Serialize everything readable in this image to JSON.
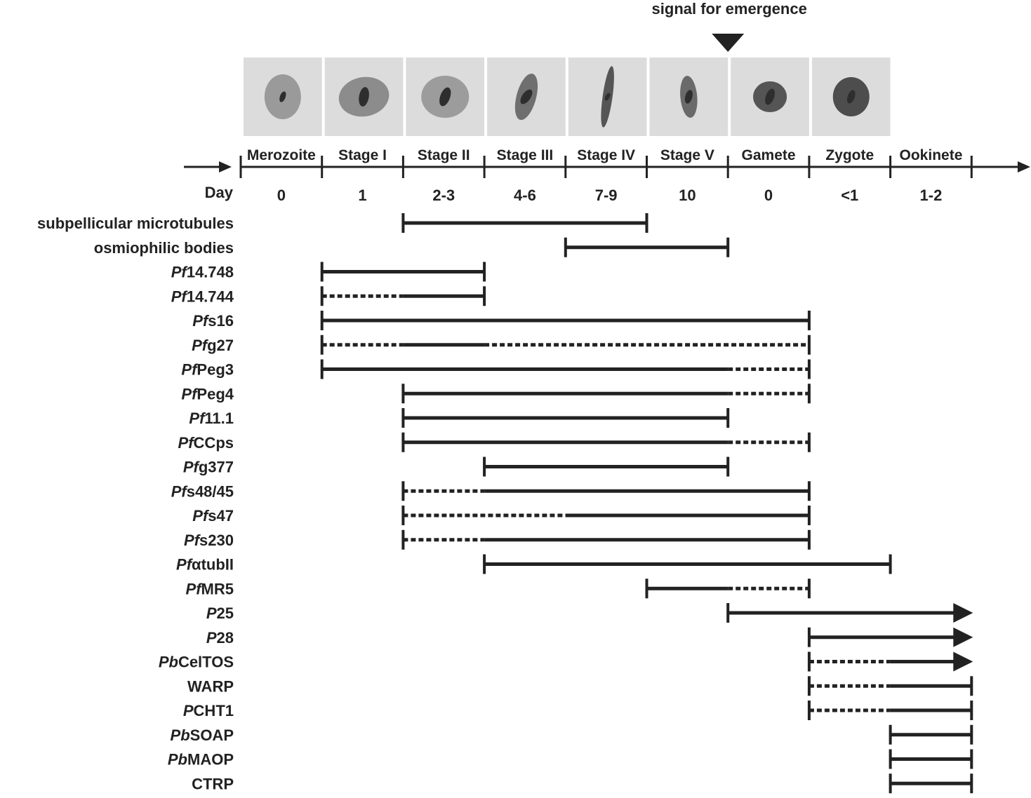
{
  "signal_label": "signal for emergence",
  "day_label": "Day",
  "stages": [
    {
      "name": "Merozoite",
      "day": "0"
    },
    {
      "name": "Stage I",
      "day": "1"
    },
    {
      "name": "Stage II",
      "day": "2-3"
    },
    {
      "name": "Stage III",
      "day": "4-6"
    },
    {
      "name": "Stage IV",
      "day": "7-9"
    },
    {
      "name": "Stage V",
      "day": "10"
    },
    {
      "name": "Gamete",
      "day": "0"
    },
    {
      "name": "Zygote",
      "day": "<1"
    },
    {
      "name": "Ookinete",
      "day": "1-2"
    }
  ],
  "signal_at_boundary": 6,
  "rows": [
    {
      "parts": [
        {
          "t": "subpellicular microtubules",
          "i": false
        }
      ],
      "segments": [
        {
          "from": 2,
          "to": 5,
          "style": "solid"
        }
      ],
      "end": "cap"
    },
    {
      "parts": [
        {
          "t": "osmiophilic bodies",
          "i": false
        }
      ],
      "segments": [
        {
          "from": 4,
          "to": 6,
          "style": "solid"
        }
      ],
      "end": "cap"
    },
    {
      "parts": [
        {
          "t": "Pf",
          "i": true
        },
        {
          "t": "14.748",
          "i": false
        }
      ],
      "segments": [
        {
          "from": 1,
          "to": 3,
          "style": "solid"
        }
      ],
      "end": "cap"
    },
    {
      "parts": [
        {
          "t": "Pf",
          "i": true
        },
        {
          "t": "14.744",
          "i": false
        }
      ],
      "segments": [
        {
          "from": 1,
          "to": 2,
          "style": "dotted"
        },
        {
          "from": 2,
          "to": 3,
          "style": "solid"
        }
      ],
      "end": "cap"
    },
    {
      "parts": [
        {
          "t": "Pf",
          "i": true
        },
        {
          "t": "s16",
          "i": false
        }
      ],
      "segments": [
        {
          "from": 1,
          "to": 7,
          "style": "solid"
        }
      ],
      "end": "cap"
    },
    {
      "parts": [
        {
          "t": "Pf",
          "i": true
        },
        {
          "t": "g27",
          "i": false
        }
      ],
      "segments": [
        {
          "from": 1,
          "to": 2,
          "style": "dotted"
        },
        {
          "from": 2,
          "to": 3,
          "style": "solid"
        },
        {
          "from": 3,
          "to": 7,
          "style": "dotted"
        }
      ],
      "end": "cap"
    },
    {
      "parts": [
        {
          "t": "Pf",
          "i": true
        },
        {
          "t": "Peg3",
          "i": false
        }
      ],
      "segments": [
        {
          "from": 1,
          "to": 6,
          "style": "solid"
        },
        {
          "from": 6,
          "to": 7,
          "style": "dotted"
        }
      ],
      "end": "cap"
    },
    {
      "parts": [
        {
          "t": "Pf",
          "i": true
        },
        {
          "t": "Peg4",
          "i": false
        }
      ],
      "segments": [
        {
          "from": 2,
          "to": 6,
          "style": "solid"
        },
        {
          "from": 6,
          "to": 7,
          "style": "dotted"
        }
      ],
      "end": "cap"
    },
    {
      "parts": [
        {
          "t": "Pf",
          "i": true
        },
        {
          "t": "11.1",
          "i": false
        }
      ],
      "segments": [
        {
          "from": 2,
          "to": 6,
          "style": "solid"
        }
      ],
      "end": "cap"
    },
    {
      "parts": [
        {
          "t": "Pf",
          "i": true
        },
        {
          "t": "CCps",
          "i": false
        }
      ],
      "segments": [
        {
          "from": 2,
          "to": 6,
          "style": "solid"
        },
        {
          "from": 6,
          "to": 7,
          "style": "dotted"
        }
      ],
      "end": "cap"
    },
    {
      "parts": [
        {
          "t": "Pf",
          "i": true
        },
        {
          "t": "g377",
          "i": false
        }
      ],
      "segments": [
        {
          "from": 3,
          "to": 6,
          "style": "solid"
        }
      ],
      "end": "cap"
    },
    {
      "parts": [
        {
          "t": "Pf",
          "i": true
        },
        {
          "t": "s48/45",
          "i": false
        }
      ],
      "segments": [
        {
          "from": 2,
          "to": 3,
          "style": "dotted"
        },
        {
          "from": 3,
          "to": 7,
          "style": "solid"
        }
      ],
      "end": "cap"
    },
    {
      "parts": [
        {
          "t": "Pf",
          "i": true
        },
        {
          "t": "s47",
          "i": false
        }
      ],
      "segments": [
        {
          "from": 2,
          "to": 4,
          "style": "dotted"
        },
        {
          "from": 4,
          "to": 7,
          "style": "solid"
        }
      ],
      "end": "cap"
    },
    {
      "parts": [
        {
          "t": "Pf",
          "i": true
        },
        {
          "t": "s230",
          "i": false
        }
      ],
      "segments": [
        {
          "from": 2,
          "to": 3,
          "style": "dotted"
        },
        {
          "from": 3,
          "to": 7,
          "style": "solid"
        }
      ],
      "end": "cap"
    },
    {
      "parts": [
        {
          "t": "Pf",
          "i": true
        },
        {
          "t": "αtubII",
          "i": false
        }
      ],
      "segments": [
        {
          "from": 3,
          "to": 8,
          "style": "solid"
        }
      ],
      "end": "cap"
    },
    {
      "parts": [
        {
          "t": "Pf",
          "i": true
        },
        {
          "t": "MR5",
          "i": false
        }
      ],
      "segments": [
        {
          "from": 5,
          "to": 6,
          "style": "solid"
        },
        {
          "from": 6,
          "to": 7,
          "style": "dotted"
        }
      ],
      "end": "cap"
    },
    {
      "parts": [
        {
          "t": "P",
          "i": true
        },
        {
          "t": "25",
          "i": false
        }
      ],
      "segments": [
        {
          "from": 6,
          "to": 9,
          "style": "solid"
        }
      ],
      "end": "arrow"
    },
    {
      "parts": [
        {
          "t": "P",
          "i": true
        },
        {
          "t": "28",
          "i": false
        }
      ],
      "segments": [
        {
          "from": 7,
          "to": 9,
          "style": "solid"
        }
      ],
      "end": "arrow"
    },
    {
      "parts": [
        {
          "t": "Pb",
          "i": true
        },
        {
          "t": "CelTOS",
          "i": false
        }
      ],
      "segments": [
        {
          "from": 7,
          "to": 8,
          "style": "dotted"
        },
        {
          "from": 8,
          "to": 9,
          "style": "solid"
        }
      ],
      "end": "arrow"
    },
    {
      "parts": [
        {
          "t": "WARP",
          "i": false
        }
      ],
      "segments": [
        {
          "from": 7,
          "to": 8,
          "style": "dotted"
        },
        {
          "from": 8,
          "to": 9,
          "style": "solid"
        }
      ],
      "end": "cap"
    },
    {
      "parts": [
        {
          "t": "P",
          "i": true
        },
        {
          "t": "CHT1",
          "i": false
        }
      ],
      "segments": [
        {
          "from": 7,
          "to": 8,
          "style": "dotted"
        },
        {
          "from": 8,
          "to": 9,
          "style": "solid"
        }
      ],
      "end": "cap"
    },
    {
      "parts": [
        {
          "t": "Pb",
          "i": true
        },
        {
          "t": "SOAP",
          "i": false
        }
      ],
      "segments": [
        {
          "from": 8,
          "to": 9,
          "style": "solid"
        }
      ],
      "end": "cap"
    },
    {
      "parts": [
        {
          "t": "Pb",
          "i": true
        },
        {
          "t": "MAOP",
          "i": false
        }
      ],
      "segments": [
        {
          "from": 8,
          "to": 9,
          "style": "solid"
        }
      ],
      "end": "cap"
    },
    {
      "parts": [
        {
          "t": "CTRP",
          "i": false
        }
      ],
      "segments": [
        {
          "from": 8,
          "to": 9,
          "style": "solid"
        }
      ],
      "end": "cap"
    }
  ]
}
